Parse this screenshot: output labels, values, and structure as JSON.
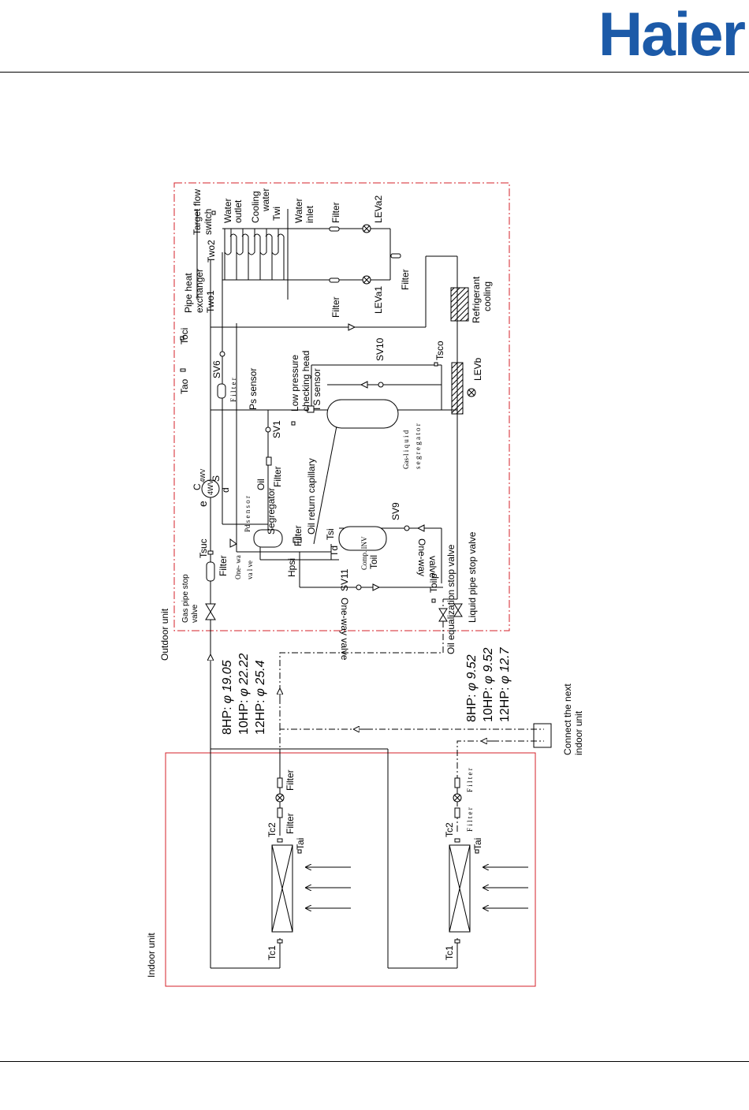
{
  "header": {
    "brand": "Haier",
    "brand_color": "#1c5aa8"
  },
  "outdoor": {
    "label": "Outdoor unit",
    "target_flow_switch": [
      "Target flow",
      "switch"
    ],
    "water_outlet": [
      "Water",
      "outlet"
    ],
    "cooling_water": [
      "Cooling",
      "water"
    ],
    "twi": "Twi",
    "water_inlet": [
      "Water",
      "inlet"
    ],
    "pipe_hx": [
      "Pipe heat",
      "exchanger"
    ],
    "two1": "Two1",
    "two2": "Two2",
    "filter": "Filter",
    "leva1": "LEVa1",
    "leva2": "LEVa2",
    "toci": "Toci",
    "refrigerant_cooling": [
      "Refrigerant",
      "cooling"
    ],
    "sv10": "SV10",
    "tsco": "Tsco",
    "levb": "LEVb",
    "tao": "Tao",
    "sv6": "SV6",
    "filter_spaced": "F i l t e r",
    "ps_sensor": "Ps sensor",
    "low_pressure": [
      "Low pressure",
      "checking head"
    ],
    "ts_sensor": "TS sensor",
    "sv1": "SV1",
    "gas_liquid": [
      "Gas-l i q u i d",
      "s e g r e g a t o r"
    ],
    "fourway_c": "C",
    "fourway_e": "e",
    "fourway_s": "S",
    "fourway_d": "d",
    "fourway_center": "4WV",
    "fourway_aux": "4WV",
    "oil": "Oil",
    "segregator": "Segregator",
    "oil_return": "Oil return capillary",
    "pd_sensor": "Pd  s e n s o r",
    "one_way_a": [
      "One- wa",
      "va l ve"
    ],
    "tsuc": "Tsuc",
    "tsi": "Tsi",
    "td": "Td",
    "sv9": "SV9",
    "comp": "Comp.  INV",
    "one_way_b": [
      "valve",
      "One-way"
    ],
    "hpsi": "Hpsi",
    "toil": "Toil",
    "sv11": "SV11",
    "oil_eq_valve": "Oil equalization stop valve",
    "liquid_stop_valve": "Liquid pipe stop valve",
    "toilp": "Toilp",
    "gas_stop_valve": [
      "Gas pipe stop",
      "valve"
    ],
    "one_way_c": "One-way valve"
  },
  "pipes": {
    "gas": [
      "8HP:",
      "φ 19.05",
      "10HP:",
      "φ 22.22",
      "12HP:",
      "φ 25.4"
    ],
    "liquid": [
      "8HP:",
      "φ 9.52",
      "10HP:",
      "φ 9.52",
      "12HP:",
      "φ 12.7"
    ]
  },
  "indoor": {
    "label": "Indoor unit",
    "connect_next": [
      "Connect the next",
      "indoor unit"
    ],
    "unit1_filter_a": "Filter",
    "unit1_filter_b": "Filter",
    "unit2_filter_a": "F i l t e r",
    "unit2_filter_b": "F i l t e r",
    "tc2": "Tc2",
    "tc1": "Tc1",
    "tai": "Tai"
  },
  "colors": {
    "boundary": "#d4202a",
    "line": "#000000"
  }
}
